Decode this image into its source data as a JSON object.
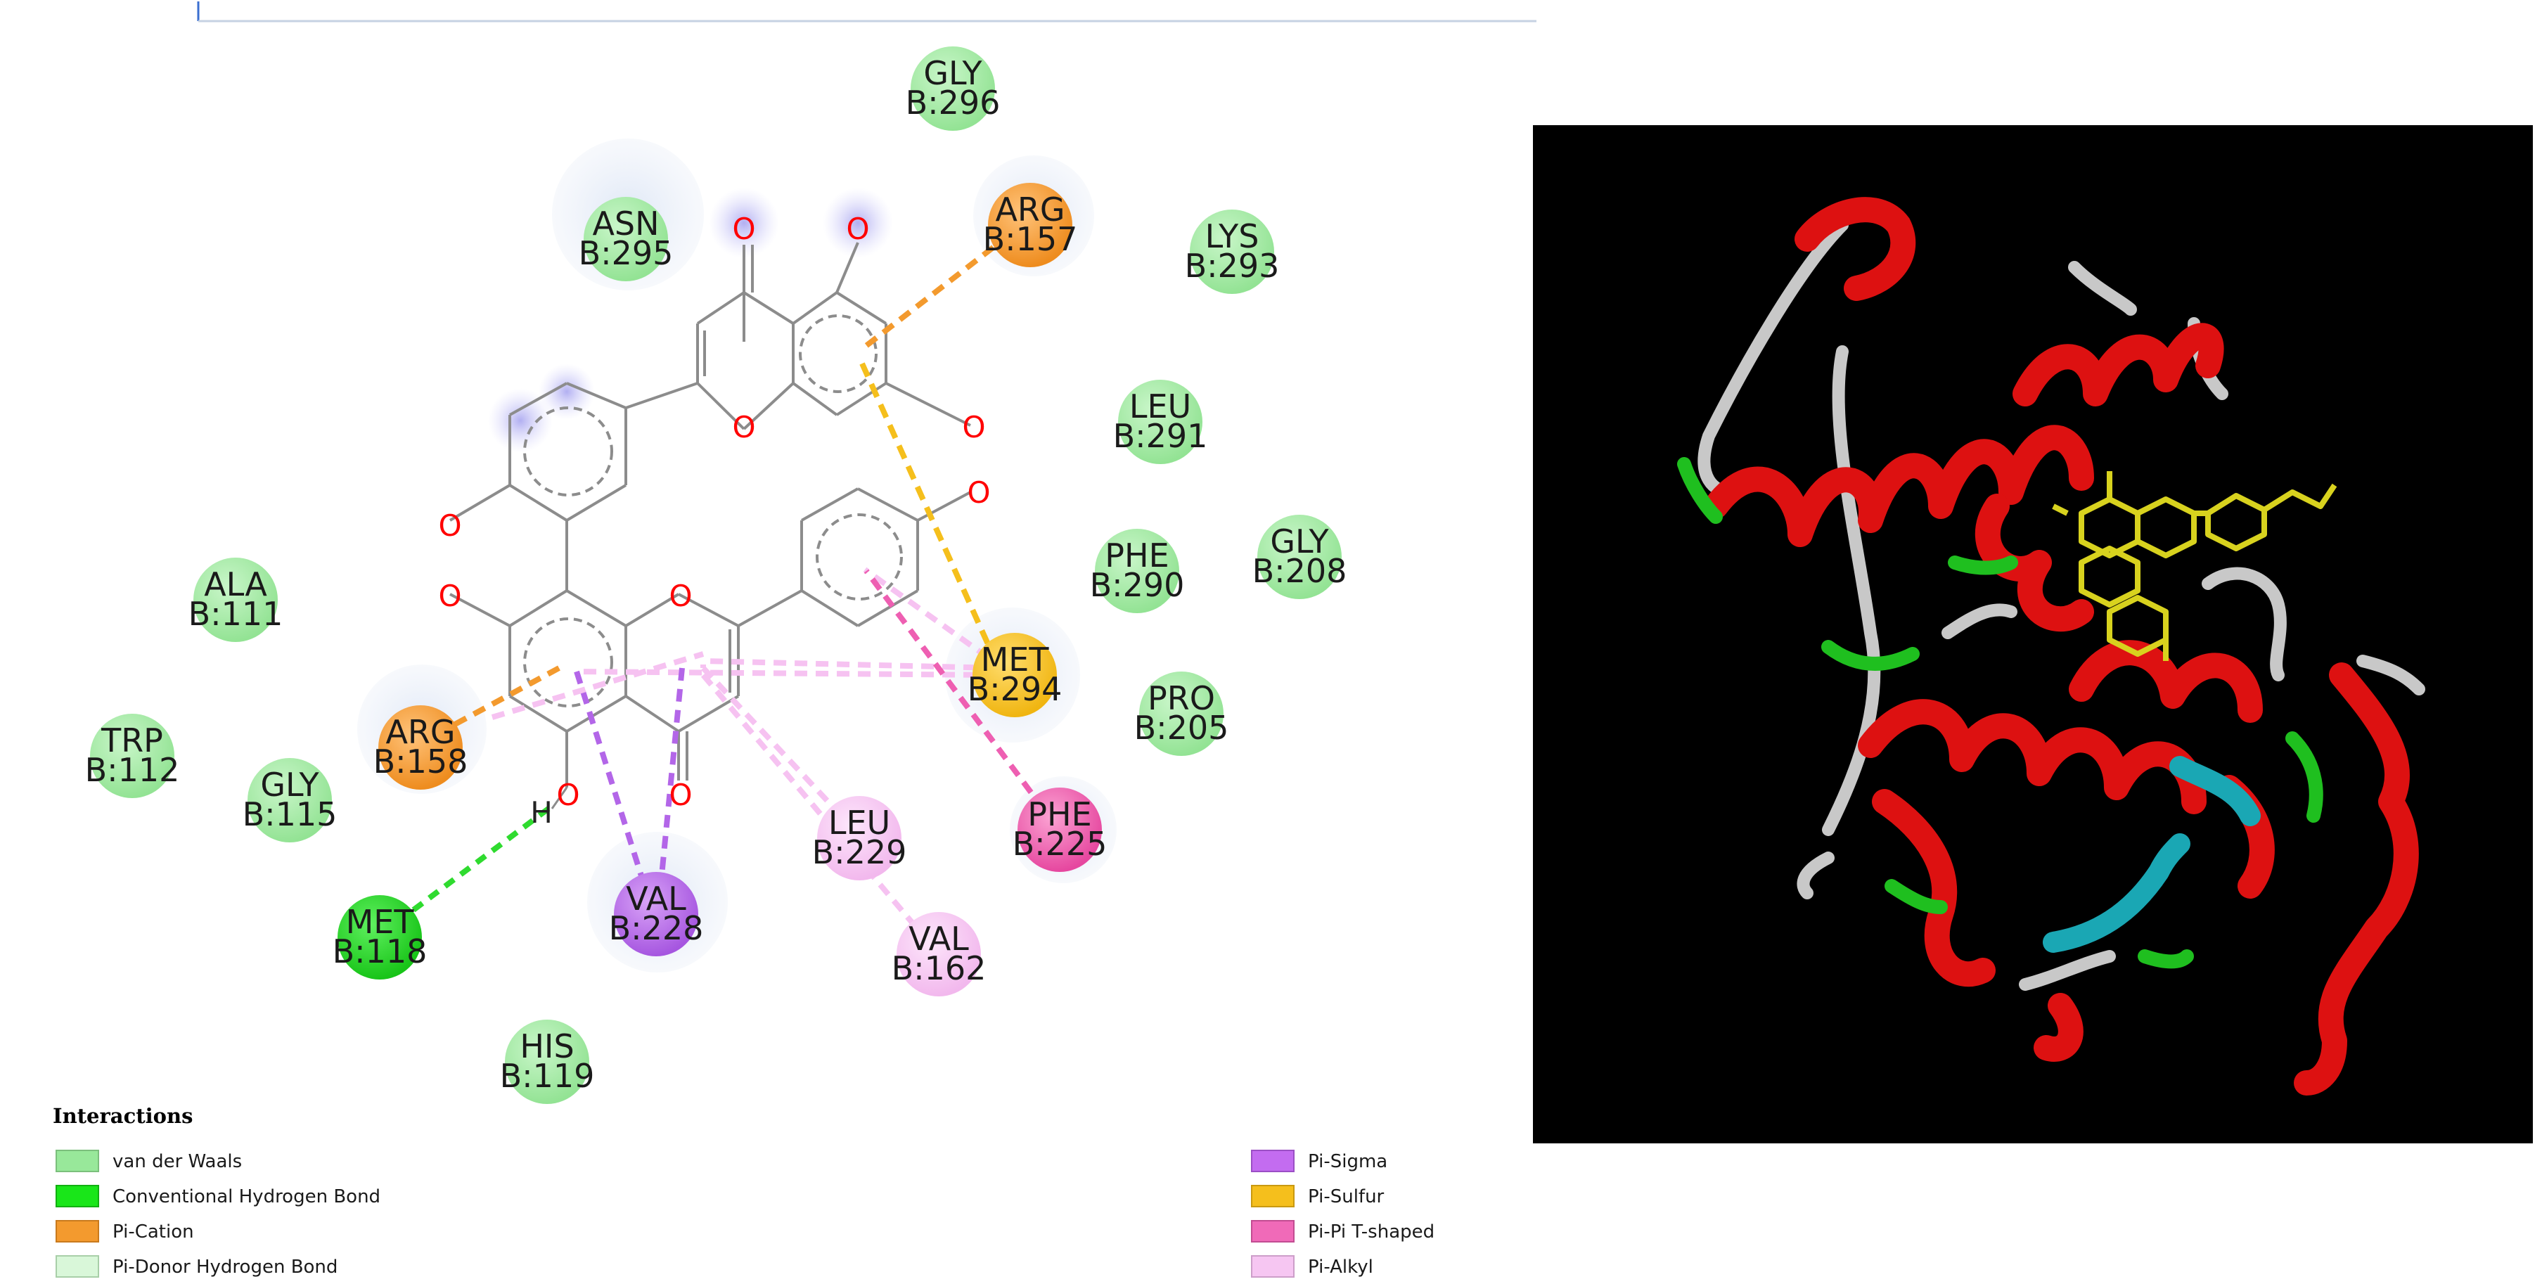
{
  "legend": {
    "title": "Interactions",
    "items": [
      {
        "label": "van der Waals",
        "color": "#98e89a",
        "border": "#7bbf7c"
      },
      {
        "label": "Conventional Hydrogen Bond",
        "color": "#19e619",
        "border": "#11b011"
      },
      {
        "label": "Pi-Cation",
        "color": "#f39a2e",
        "border": "#c97a1d"
      },
      {
        "label": "Pi-Donor Hydrogen Bond",
        "color": "#d9f7d9",
        "border": "#a8cfa8"
      },
      {
        "label": "Pi-Sigma",
        "color": "#c36cf0",
        "border": "#9b4fc5"
      },
      {
        "label": "Pi-Sulfur",
        "color": "#f5bf1c",
        "border": "#c99910"
      },
      {
        "label": "Pi-Pi T-shaped",
        "color": "#f06ab8",
        "border": "#c24c92"
      },
      {
        "label": "Pi-Alkyl",
        "color": "#f6c6f2",
        "border": "#cc9ec9"
      }
    ]
  },
  "residues": [
    {
      "id": "gly296",
      "name": "GLY",
      "num": "B:296",
      "type": "vdw"
    },
    {
      "id": "asn295",
      "name": "ASN",
      "num": "B:295",
      "type": "vdw"
    },
    {
      "id": "arg157",
      "name": "ARG",
      "num": "B:157",
      "type": "picat"
    },
    {
      "id": "lys293",
      "name": "LYS",
      "num": "B:293",
      "type": "vdw"
    },
    {
      "id": "leu291",
      "name": "LEU",
      "num": "B:291",
      "type": "vdw"
    },
    {
      "id": "phe290",
      "name": "PHE",
      "num": "B:290",
      "type": "vdw"
    },
    {
      "id": "gly208",
      "name": "GLY",
      "num": "B:208",
      "type": "vdw"
    },
    {
      "id": "ala111",
      "name": "ALA",
      "num": "B:111",
      "type": "vdw"
    },
    {
      "id": "met294",
      "name": "MET",
      "num": "B:294",
      "type": "pisulfur"
    },
    {
      "id": "pro205",
      "name": "PRO",
      "num": "B:205",
      "type": "vdw"
    },
    {
      "id": "trp112",
      "name": "TRP",
      "num": "B:112",
      "type": "vdw"
    },
    {
      "id": "arg158",
      "name": "ARG",
      "num": "B:158",
      "type": "picat"
    },
    {
      "id": "gly115",
      "name": "GLY",
      "num": "B:115",
      "type": "vdw"
    },
    {
      "id": "leu229",
      "name": "LEU",
      "num": "B:229",
      "type": "pialkyl"
    },
    {
      "id": "phe225",
      "name": "PHE",
      "num": "B:225",
      "type": "pipi"
    },
    {
      "id": "val228",
      "name": "VAL",
      "num": "B:228",
      "type": "pisigma"
    },
    {
      "id": "met118",
      "name": "MET",
      "num": "B:118",
      "type": "hbond"
    },
    {
      "id": "val162",
      "name": "VAL",
      "num": "B:162",
      "type": "pialkyl"
    },
    {
      "id": "his119",
      "name": "HIS",
      "num": "B:119",
      "type": "vdw"
    }
  ],
  "atoms": {
    "oxygen": "O",
    "hydrogen": "H"
  },
  "colors": {
    "vdw": "#9ee89f",
    "hbond": "#2fdb2f",
    "picat": "#f39a2e",
    "pisulfur": "#f5bf1c",
    "pisigma": "#b366e8",
    "pipi": "#ee5fb2",
    "pialkyl": "#f6c2f1",
    "bond": "#8c8c8c",
    "oxygen": "#ff0000",
    "protein_background": "#000000",
    "helix": "#dd1111",
    "coil": "#c8c8c8",
    "turn": "#1fbf1f",
    "strand": "#1aa7b4",
    "ligand": "#d8d21e"
  }
}
